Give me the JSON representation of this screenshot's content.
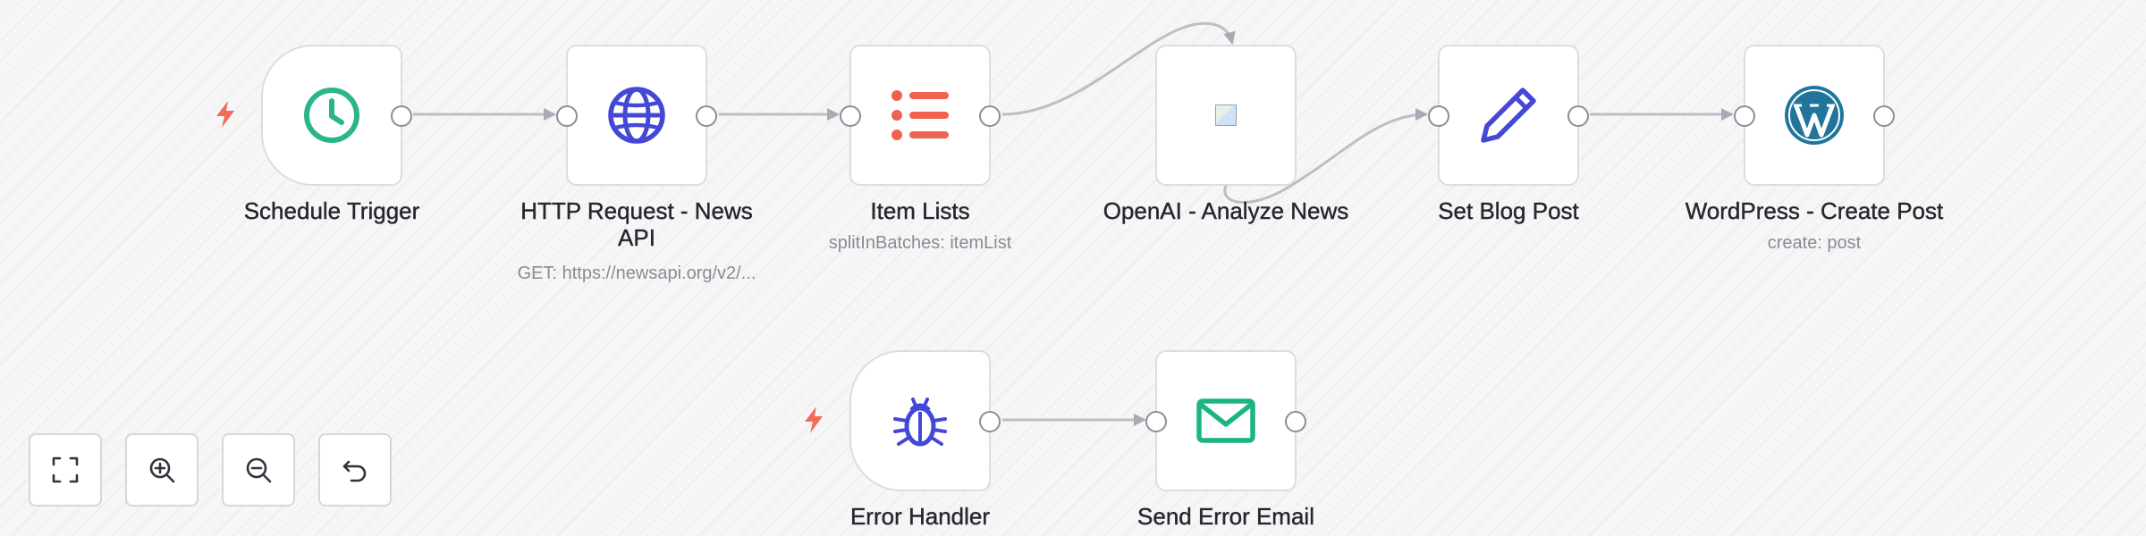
{
  "workflow": {
    "nodes": [
      {
        "id": "schedule",
        "name": "Schedule Trigger",
        "subtitle": "",
        "icon": "clock-icon",
        "color": "#2bb58c"
      },
      {
        "id": "http",
        "name": "HTTP Request - News API",
        "subtitle": "GET: https://newsapi.org/v2/...",
        "icon": "globe-icon",
        "color": "#4448d6"
      },
      {
        "id": "items",
        "name": "Item Lists",
        "subtitle": "splitInBatches: itemList",
        "icon": "list-icon",
        "color": "#f0624d"
      },
      {
        "id": "openai",
        "name": "OpenAI - Analyze News",
        "subtitle": "",
        "icon": "broken-image-icon",
        "color": "#9aa0a6"
      },
      {
        "id": "setblog",
        "name": "Set Blog Post",
        "subtitle": "",
        "icon": "pencil-icon",
        "color": "#4448d6"
      },
      {
        "id": "wordpress",
        "name": "WordPress - Create Post",
        "subtitle": "create: post",
        "icon": "wordpress-icon",
        "color": "#21759b"
      },
      {
        "id": "error",
        "name": "Error Handler",
        "subtitle": "",
        "icon": "bug-icon",
        "color": "#4448d6"
      },
      {
        "id": "email",
        "name": "Send Error Email",
        "subtitle": "",
        "icon": "mail-icon",
        "color": "#1bb583"
      }
    ],
    "connections": [
      [
        "schedule",
        "http"
      ],
      [
        "http",
        "items"
      ],
      [
        "items",
        "openai"
      ],
      [
        "openai",
        "setblog"
      ],
      [
        "setblog",
        "wordpress"
      ],
      [
        "error",
        "email"
      ]
    ]
  },
  "colors": {
    "trigger_bolt": "#f26b5b",
    "edge": "#bdbdc6",
    "arrow": "#aaaab4",
    "node_border": "#dcdce3"
  },
  "controls": [
    {
      "name": "fit-view-button",
      "icon": "fit-view-icon"
    },
    {
      "name": "zoom-in-button",
      "icon": "zoom-in-icon"
    },
    {
      "name": "zoom-out-button",
      "icon": "zoom-out-icon"
    },
    {
      "name": "reset-zoom-button",
      "icon": "undo-icon"
    }
  ]
}
